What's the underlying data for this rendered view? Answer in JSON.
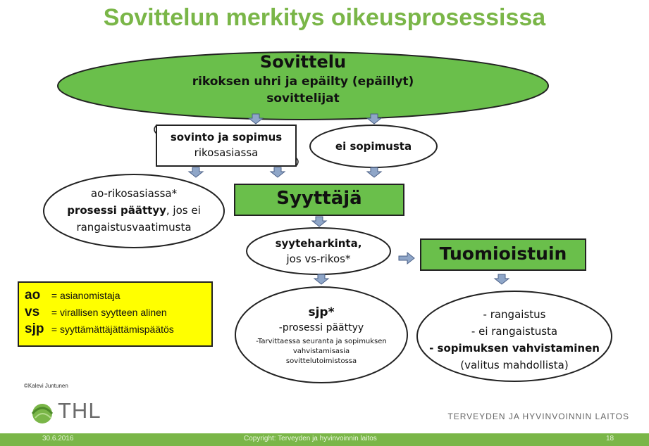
{
  "title": "Sovittelun merkitys oikeusprosessissa",
  "sovittelu": {
    "heading": "Sovittelu",
    "line1": "rikoksen uhri ja epäilty (epäillyt)",
    "line2": "sovittelijat"
  },
  "sovinto": {
    "line1": "sovinto ja sopimus",
    "line2": "rikosasiassa"
  },
  "ei_sopimusta": "ei sopimusta",
  "ao_box": {
    "line1": "ao-rikosasiassa*",
    "line2_bold": "prosessi päättyy",
    "line2_rest": ", jos ei",
    "line3": "rangaistusvaatimusta"
  },
  "syyttaja": "Syyttäjä",
  "syyteharkinta": {
    "line1": "syyteharkinta,",
    "line2": "jos vs-rikos*"
  },
  "tuomioistuin": "Tuomioistuin",
  "sjp_box": {
    "heading": "sjp*",
    "line1": "-prosessi päättyy",
    "line2": "-Tarvittaessa seuranta ja sopimuksen",
    "line3": "vahvistamisasia",
    "line4": "sovittelutoimistossa"
  },
  "outcome_box": {
    "line1": "- rangaistus",
    "line2": "- ei rangaistusta",
    "line3": "- sopimuksen vahvistaminen",
    "line4": "(valitus mahdollista)"
  },
  "legend": [
    {
      "abbr": "ao",
      "text": "= asianomistaja"
    },
    {
      "abbr": "vs",
      "text": "= virallisen syytteen alinen"
    },
    {
      "abbr": "sjp",
      "text": "= syyttämättäjättämispäätös"
    }
  ],
  "credit": "©Kalevi Juntunen",
  "logo_text": "THL",
  "organization": "TERVEYDEN JA HYVINVOINNIN LAITOS",
  "footer": {
    "date": "30.6.2016",
    "copyright": "Copyright: Terveyden ja hyvinvoinnin laitos",
    "page": "18"
  },
  "colors": {
    "green": "#7ab648",
    "box_green": "#6abf4b",
    "arrow_blue": "#8fa6c8",
    "legend_yellow": "#ffff00"
  }
}
